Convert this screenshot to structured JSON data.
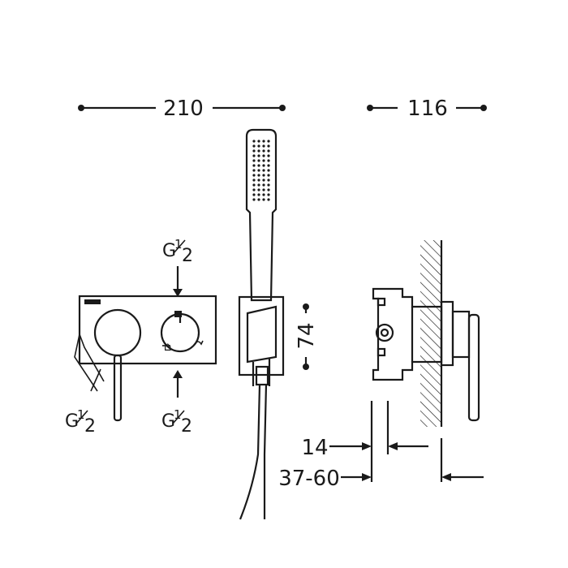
{
  "dimensions": {
    "front_width": "210",
    "side_depth": "116",
    "height": "74",
    "wall_offset": "14",
    "wall_range": "37-60"
  },
  "threads": {
    "top": {
      "main": "G",
      "num": "1",
      "den": "2"
    },
    "bottom_left": {
      "main": "G",
      "num": "1",
      "den": "2"
    },
    "bottom_right": {
      "main": "G",
      "num": "1",
      "den": "2"
    }
  }
}
